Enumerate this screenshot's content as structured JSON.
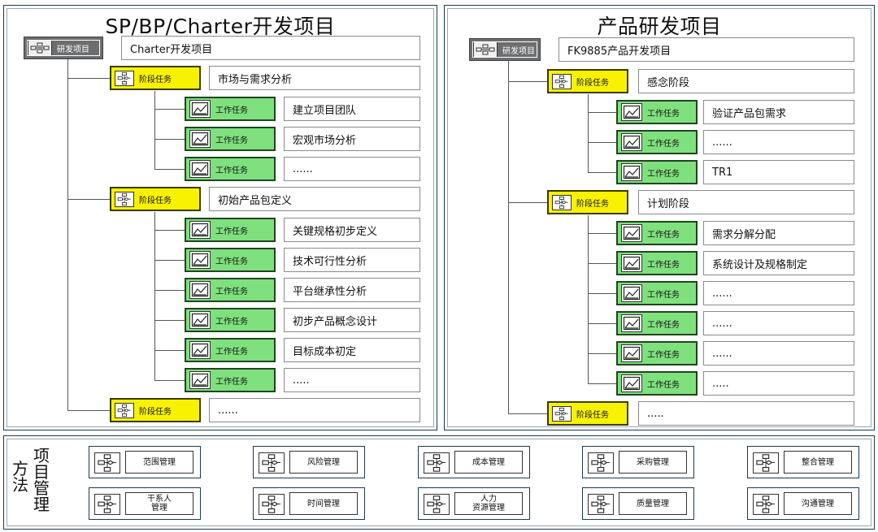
{
  "left_panel": {
    "title": "SP/BP/Charter开发项目",
    "root": {
      "tag": "研发项目",
      "label": "Charter开发项目"
    },
    "phases": [
      {
        "tag": "阶段任务",
        "label": "市场与需求分析",
        "tasks": [
          {
            "tag": "工作任务",
            "label": "建立项目团队"
          },
          {
            "tag": "工作任务",
            "label": "宏观市场分析"
          },
          {
            "tag": "工作任务",
            "label": "......"
          }
        ]
      },
      {
        "tag": "阶段任务",
        "label": "初始产品包定义",
        "tasks": [
          {
            "tag": "工作任务",
            "label": "关键规格初步定义"
          },
          {
            "tag": "工作任务",
            "label": "技术可行性分析"
          },
          {
            "tag": "工作任务",
            "label": "平台继承性分析"
          },
          {
            "tag": "工作任务",
            "label": "初步产品概念设计"
          },
          {
            "tag": "工作任务",
            "label": "目标成本初定"
          },
          {
            "tag": "工作任务",
            "label": "....."
          }
        ]
      },
      {
        "tag": "阶段任务",
        "label": "......",
        "tasks": []
      }
    ]
  },
  "right_panel": {
    "title": "产品研发项目",
    "root": {
      "tag": "研发项目",
      "label": "FK9885产品开发项目"
    },
    "phases": [
      {
        "tag": "阶段任务",
        "label": "感念阶段",
        "tasks": [
          {
            "tag": "工作任务",
            "label": "验证产品包需求"
          },
          {
            "tag": "工作任务",
            "label": "......"
          },
          {
            "tag": "工作任务",
            "label": "TR1"
          }
        ]
      },
      {
        "tag": "阶段任务",
        "label": "计划阶段",
        "tasks": [
          {
            "tag": "工作任务",
            "label": "需求分解分配"
          },
          {
            "tag": "工作任务",
            "label": "系统设计及规格制定"
          },
          {
            "tag": "工作任务",
            "label": "......"
          },
          {
            "tag": "工作任务",
            "label": "......"
          },
          {
            "tag": "工作任务",
            "label": "......"
          },
          {
            "tag": "工作任务",
            "label": "....."
          }
        ]
      },
      {
        "tag": "阶段任务",
        "label": ".....",
        "tasks": []
      }
    ]
  },
  "bottom": {
    "side_title_a": "方法",
    "side_title_b": "项目管理",
    "items": [
      "范围管理",
      "风险管理",
      "成本管理",
      "采购管理",
      "整合管理",
      "干系人\n管理",
      "时间管理",
      "人力\n资源管理",
      "质量管理",
      "沟通管理"
    ]
  }
}
